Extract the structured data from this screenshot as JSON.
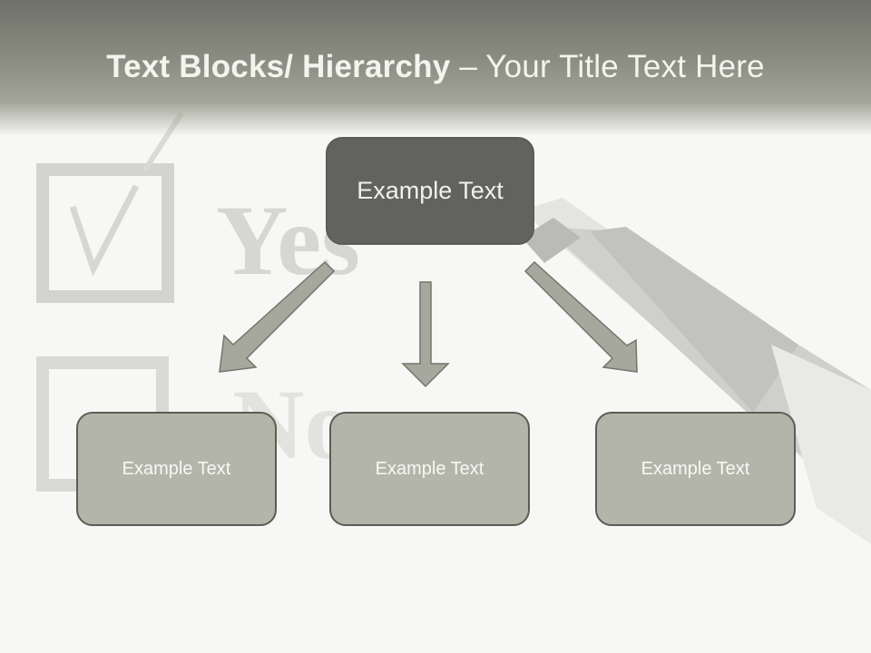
{
  "slide": {
    "title_bold": "Text Blocks/ Hierarchy",
    "title_rest": " – Your Title Text Here"
  },
  "background": {
    "yes_text": "Yes",
    "no_text": "No"
  },
  "diagram": {
    "top_box": "Example Text",
    "children": [
      "Example Text",
      "Example Text",
      "Example Text"
    ]
  },
  "colors": {
    "header": "#8c8d82",
    "top_box": "#626360",
    "child_box": "#b4b5aa",
    "border": "#5b5d55",
    "arrow": "#a7a89d"
  }
}
